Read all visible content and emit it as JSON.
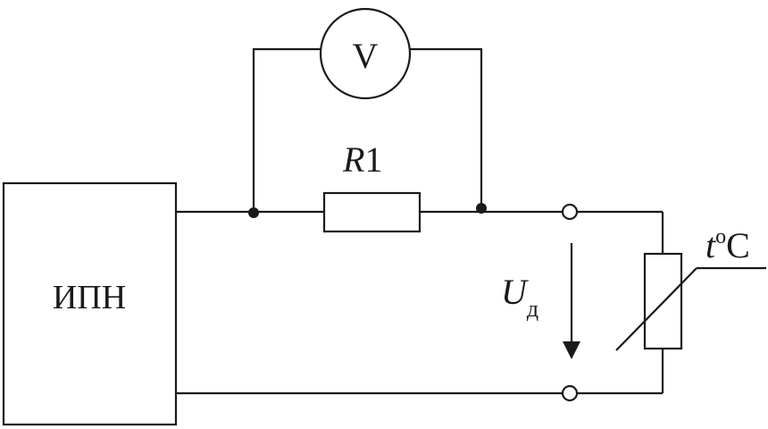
{
  "source_label": "ИПН",
  "voltmeter_label": "V",
  "resistor_label": {
    "letter": "R",
    "index": "1"
  },
  "sensor_label": {
    "letter": "t",
    "degree": "o",
    "unit": "C"
  },
  "voltage_label": {
    "letter": "U",
    "subscript": "д"
  },
  "colors": {
    "line": "#1a1a1a",
    "background": "#ffffff"
  }
}
